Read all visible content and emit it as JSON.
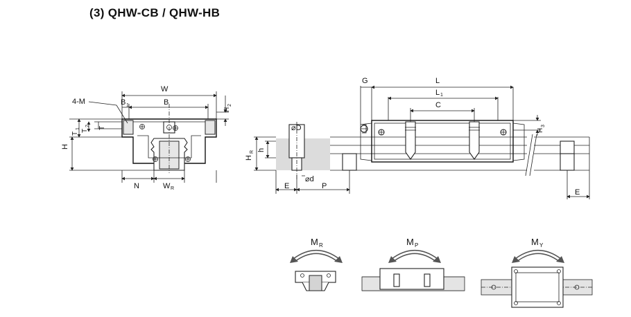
{
  "title": "(3) QHW-CB / QHW-HB",
  "labels": {
    "four_m": "4-M",
    "w": "W",
    "b1": "B",
    "b1_sub": "1",
    "b": "B",
    "h2": "H",
    "h2_sub": "2",
    "t1": "T",
    "t1_sub": "1",
    "t2": "T",
    "t2_sub": "2",
    "t": "T",
    "h": "H",
    "n": "N",
    "wr": "W",
    "wr_sub": "R",
    "g": "G",
    "l": "L",
    "l1": "L",
    "l1_sub": "1",
    "c": "C",
    "h3": "H",
    "h3_sub": "3",
    "phi_d_big": "⌀D",
    "hr": "H",
    "hr_sub": "R",
    "h_small": "h",
    "phi_d_small": "⌀d",
    "e": "E",
    "p": "P",
    "e_right": "E"
  },
  "moments": {
    "mr": "M",
    "mr_sub": "R",
    "mp": "M",
    "mp_sub": "P",
    "my": "M",
    "my_sub": "Y"
  }
}
